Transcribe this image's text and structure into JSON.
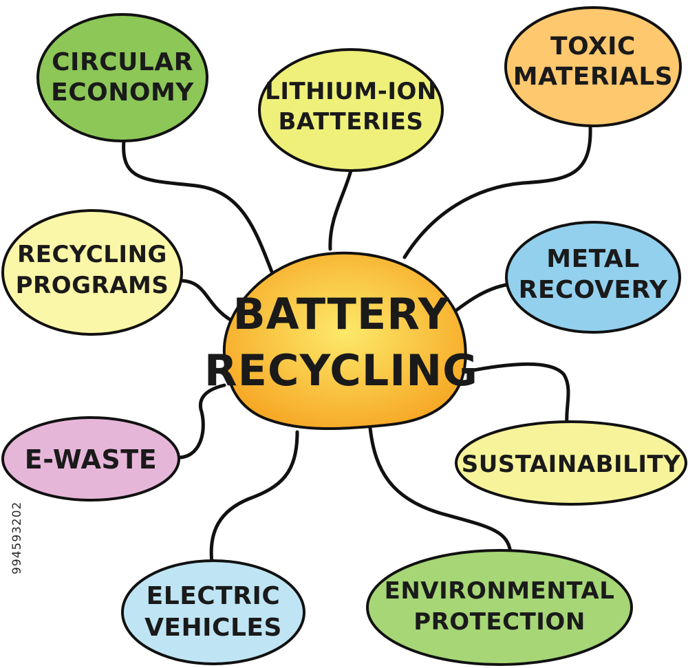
{
  "center": {
    "line1": "BATTERY",
    "line2": "RECYCLING"
  },
  "nodes": [
    {
      "key": "circular_economy",
      "lines": [
        "CIRCULAR",
        "ECONOMY"
      ],
      "color": "#8cc757"
    },
    {
      "key": "lithium_ion",
      "lines": [
        "LITHIUM-ION",
        "BATTERIES"
      ],
      "color": "#eef07a"
    },
    {
      "key": "toxic_materials",
      "lines": [
        "TOXIC",
        "MATERIALS"
      ],
      "color": "#fdc86e"
    },
    {
      "key": "recycling_programs",
      "lines": [
        "RECYCLING",
        "PROGRAMS"
      ],
      "color": "#fbf7a8"
    },
    {
      "key": "metal_recovery",
      "lines": [
        "METAL",
        "RECOVERY"
      ],
      "color": "#93d0ee"
    },
    {
      "key": "e_waste",
      "lines": [
        "E-WASTE"
      ],
      "color": "#e6b6d9"
    },
    {
      "key": "sustainability",
      "lines": [
        "SUSTAINABILITY"
      ],
      "color": "#f6f39a"
    },
    {
      "key": "electric_vehicles",
      "lines": [
        "ELECTRIC",
        "VEHICLES"
      ],
      "color": "#bfe4f3"
    },
    {
      "key": "environmental_protection",
      "lines": [
        "ENVIRONMENTAL",
        "PROTECTION"
      ],
      "color": "#a6d676"
    }
  ],
  "center_gradient": {
    "inner": "#fde96a",
    "outer": "#f6a623"
  },
  "image_id": "994593202"
}
